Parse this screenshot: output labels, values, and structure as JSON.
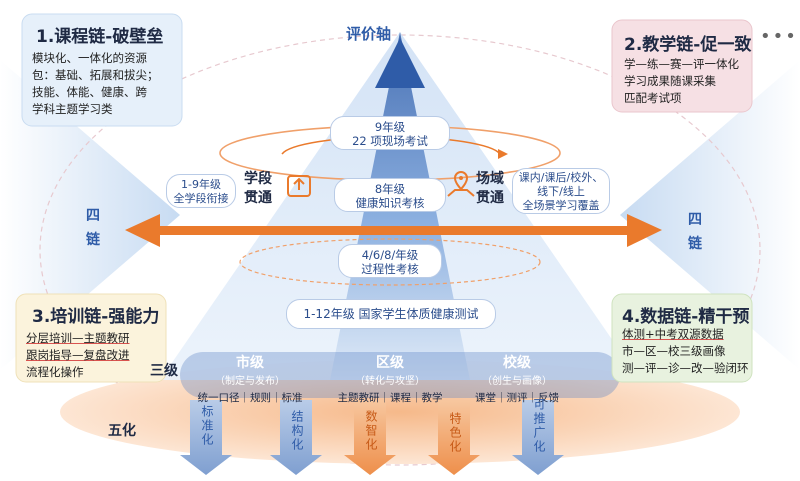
{
  "axis_title": "评价轴",
  "more_icon": "more-dots-icon",
  "chain1": {
    "title": "1.课程链-破壁垒",
    "lines": [
      "模块化、一体化的资源",
      "包：基础、拓展和拔尖；",
      "技能、体能、健康、跨",
      "学科主题学习类"
    ]
  },
  "chain2": {
    "title": "2.教学链-促一致",
    "lines": [
      "学—练—赛—评一体化",
      "学习成果随课采集",
      "匹配考试项"
    ]
  },
  "chain3": {
    "title": "3.培训链-强能力",
    "lines": [
      "分层培训—主题教研",
      "跟岗指导—复盘改进",
      "流程化操作"
    ]
  },
  "chain4": {
    "title": "4.数据链-精干预",
    "lines": [
      "体测+中考双源数据",
      "市—区—校三级画像",
      "测—评—诊—改—验闭环"
    ]
  },
  "left_label": "四\n链",
  "right_label": "四\n链",
  "xueduan": {
    "pill": [
      "1-9年级",
      "全学段衔接"
    ],
    "title": [
      "学段",
      "贯通"
    ],
    "icon": "upload-box-icon"
  },
  "changyu": {
    "pill": [
      "课内/课后/校外、",
      "线下/线上",
      "全场景学习覆盖"
    ],
    "title": [
      "场域",
      "贯通"
    ],
    "icon": "location-map-icon"
  },
  "eval": {
    "g9": [
      "9年级",
      "22 项现场考试"
    ],
    "g8": [
      "8年级",
      "健康知识考核"
    ],
    "g468": [
      "4/6/8/年级",
      "过程性考核"
    ],
    "g112": "1-12年级 国家学生体质健康测试"
  },
  "sanji_label": "三级",
  "levels": [
    {
      "name": "市级",
      "sub": "（制定与发布）",
      "items": "统一口径｜规则｜标准"
    },
    {
      "name": "区级",
      "sub": "（转化与攻坚）",
      "items": "主题教研｜课程｜教学"
    },
    {
      "name": "校级",
      "sub": "（创生与画像）",
      "items": "课堂｜测评｜反馈"
    }
  ],
  "wuhua_label": "五化",
  "five": [
    "标准化",
    "结构化",
    "数智化",
    "特色化",
    "可推广化"
  ],
  "colors": {
    "blue_dark": "#2f5ca8",
    "orange": "#ea7a2c",
    "pink": "#f6e0e4",
    "green": "#e8f2df",
    "yellow": "#fbf3dc",
    "sky": "#e6f0fa"
  }
}
